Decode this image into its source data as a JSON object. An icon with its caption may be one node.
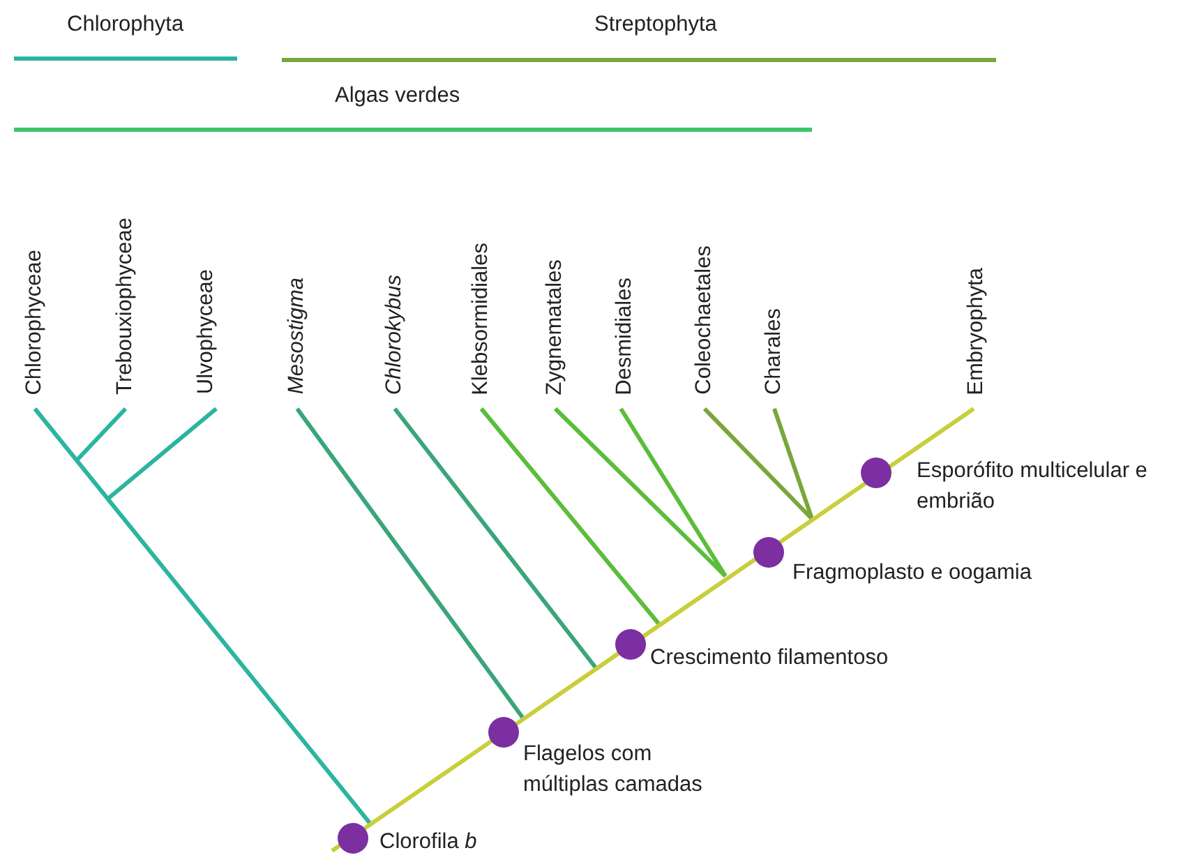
{
  "diagram": {
    "labels": [
      "Chlorophyta",
      "Streptophyta",
      "Algas verdes",
      "Chlorophyceae",
      "Trebouxiophyceae",
      "Ulvophyceae",
      "*Mesostigma*",
      "*Chlorokybus*",
      "Klebsormidiales",
      "Zygnematales",
      "Desmidiales",
      "Coleochaetales",
      "Charales",
      "Embryophyta",
      "Esporófito multicelular e embrião",
      "Fragmoplasto e oogamia",
      "Crescimento filamentoso",
      "Flagelos com múltiplas camadas",
      "Clorofila *b*"
    ]
  }
}
